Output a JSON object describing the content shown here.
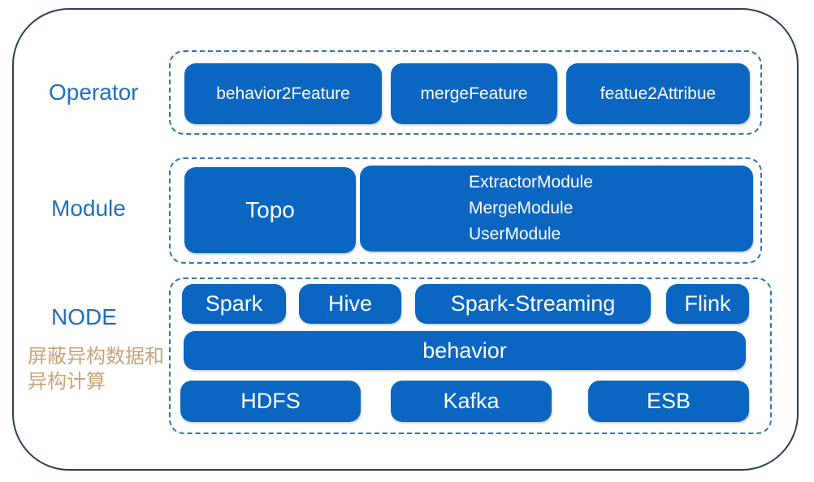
{
  "layers": {
    "operator": "Operator",
    "module": "Module",
    "node": "NODE"
  },
  "note": "屏蔽异构数据和异构计算",
  "operator_boxes": [
    "behavior2Feature",
    "mergeFeature",
    "featue2Attribue"
  ],
  "module": {
    "topo": "Topo",
    "modules": [
      "ExtractorModule",
      "MergeModule",
      "UserModule"
    ]
  },
  "node": {
    "engines": [
      "Spark",
      "Hive",
      "Spark-Streaming",
      "Flink"
    ],
    "behavior": "behavior",
    "storage": [
      "HDFS",
      "Kafka",
      "ESB"
    ]
  }
}
